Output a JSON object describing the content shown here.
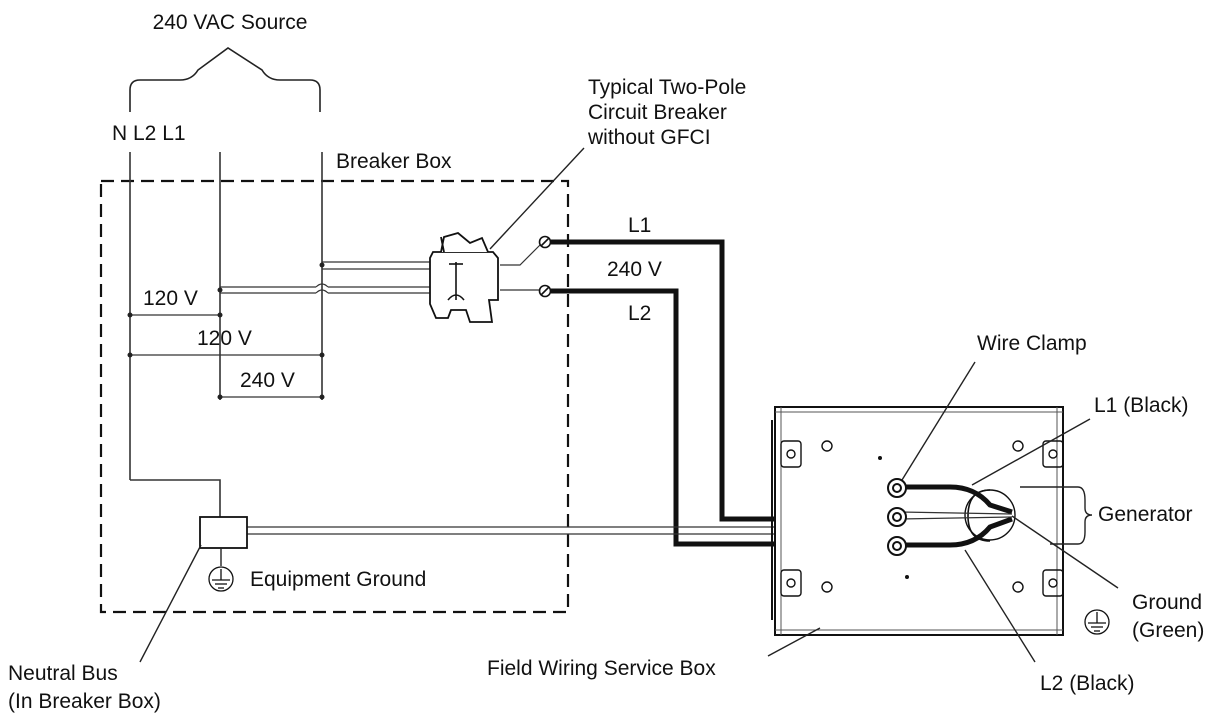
{
  "source": {
    "title": "240 VAC Source",
    "terminals": [
      "N",
      "L2",
      "L1"
    ],
    "terminals_label": "N L2 L1"
  },
  "breaker_box": {
    "label": "Breaker Box",
    "breaker_label": [
      "Typical Two-Pole",
      "Circuit Breaker",
      "without GFCI"
    ],
    "voltages": [
      "120 V",
      "120 V",
      "240 V"
    ],
    "neutral_bus": [
      "Neutral Bus",
      "(In Breaker Box)"
    ],
    "equipment_ground": "Equipment Ground"
  },
  "feed": {
    "l1": "L1",
    "voltage": "240 V",
    "l2": "L2"
  },
  "service_box": {
    "label": "Field Wiring Service Box",
    "wire_clamp": "Wire Clamp",
    "l1_black": "L1 (Black)",
    "generator": "Generator",
    "ground": [
      "Ground",
      "(Green)"
    ],
    "l2_black": "L2 (Black)"
  }
}
